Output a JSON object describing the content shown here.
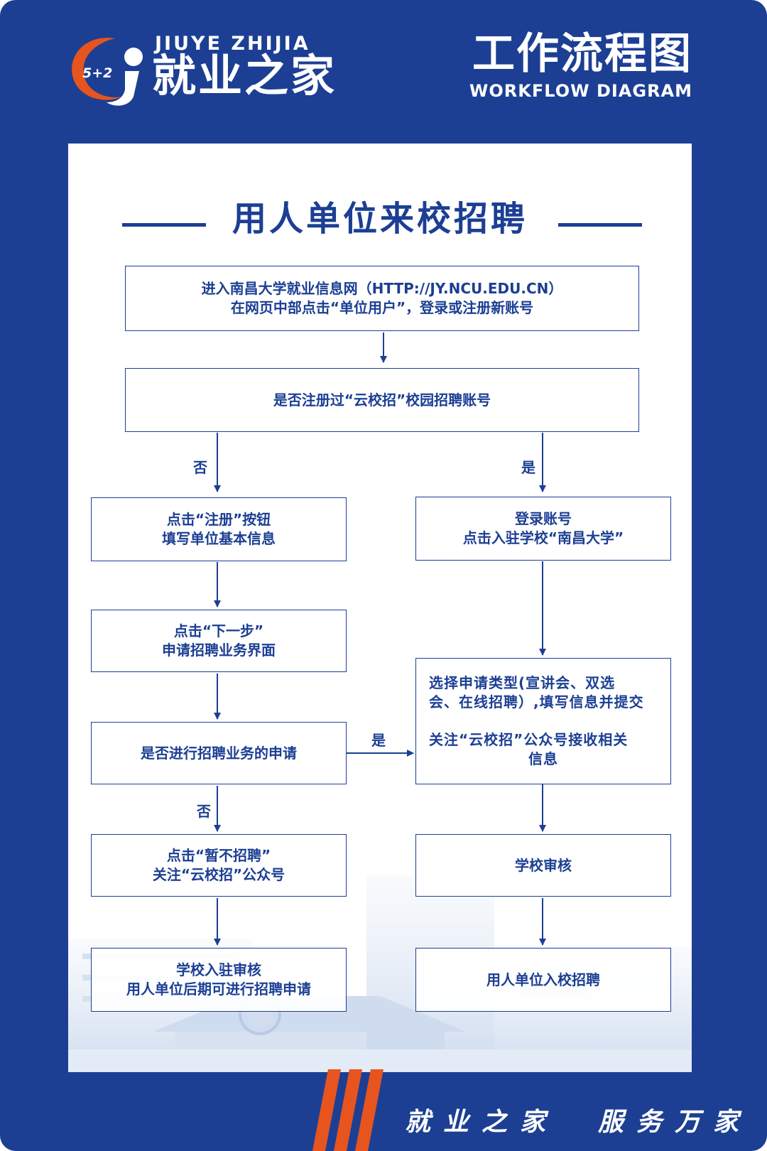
{
  "header": {
    "logo_number": "5+2",
    "logo_pinyin": "JIUYE ZHIJIA",
    "logo_name": "就业之家",
    "title_cn": "工作流程图",
    "title_en": "WORKFLOW DIAGRAM"
  },
  "main_title": "用人单位来校招聘",
  "steps": {
    "step1": {
      "line1": "进入南昌大学就业信息网（HTTP://JY.NCU.EDU.CN）",
      "line2": "在网页中部点击“单位用户”，登录或注册新账号"
    },
    "step2": {
      "line1": "是否注册过“云校招”校园招聘账号"
    },
    "left1": {
      "line1": "点击“注册”按钮",
      "line2": "填写单位基本信息"
    },
    "left2": {
      "line1": "点击“下一步”",
      "line2": "申请招聘业务界面"
    },
    "left3": {
      "line1": "是否进行招聘业务的申请"
    },
    "left4": {
      "line1": "点击“暂不招聘”",
      "line2": "关注“云校招”公众号"
    },
    "left5": {
      "line1": "学校入驻审核",
      "line2": "用人单位后期可进行招聘申请"
    },
    "right1": {
      "line1": "登录账号",
      "line2": "点击入驻学校“南昌大学”"
    },
    "right2": {
      "line1": "选择申请类型(宣讲会、双选",
      "line2": "会、在线招聘）,填写信息并提交",
      "line3": "关注“云校招”公众号接收相关",
      "line4": "信息"
    },
    "right3": {
      "line1": "学校审核"
    },
    "right4": {
      "line1": "用人单位入校招聘"
    }
  },
  "labels": {
    "no_register": "否",
    "yes_register": "是",
    "yes_apply": "是",
    "no_apply": "否"
  },
  "footer": {
    "slogan_left": "就业之家",
    "slogan_right": "服务万家"
  },
  "colors": {
    "brand_blue": "#1c3f94",
    "accent_orange": "#e8541e",
    "panel_white": "#ffffff"
  }
}
